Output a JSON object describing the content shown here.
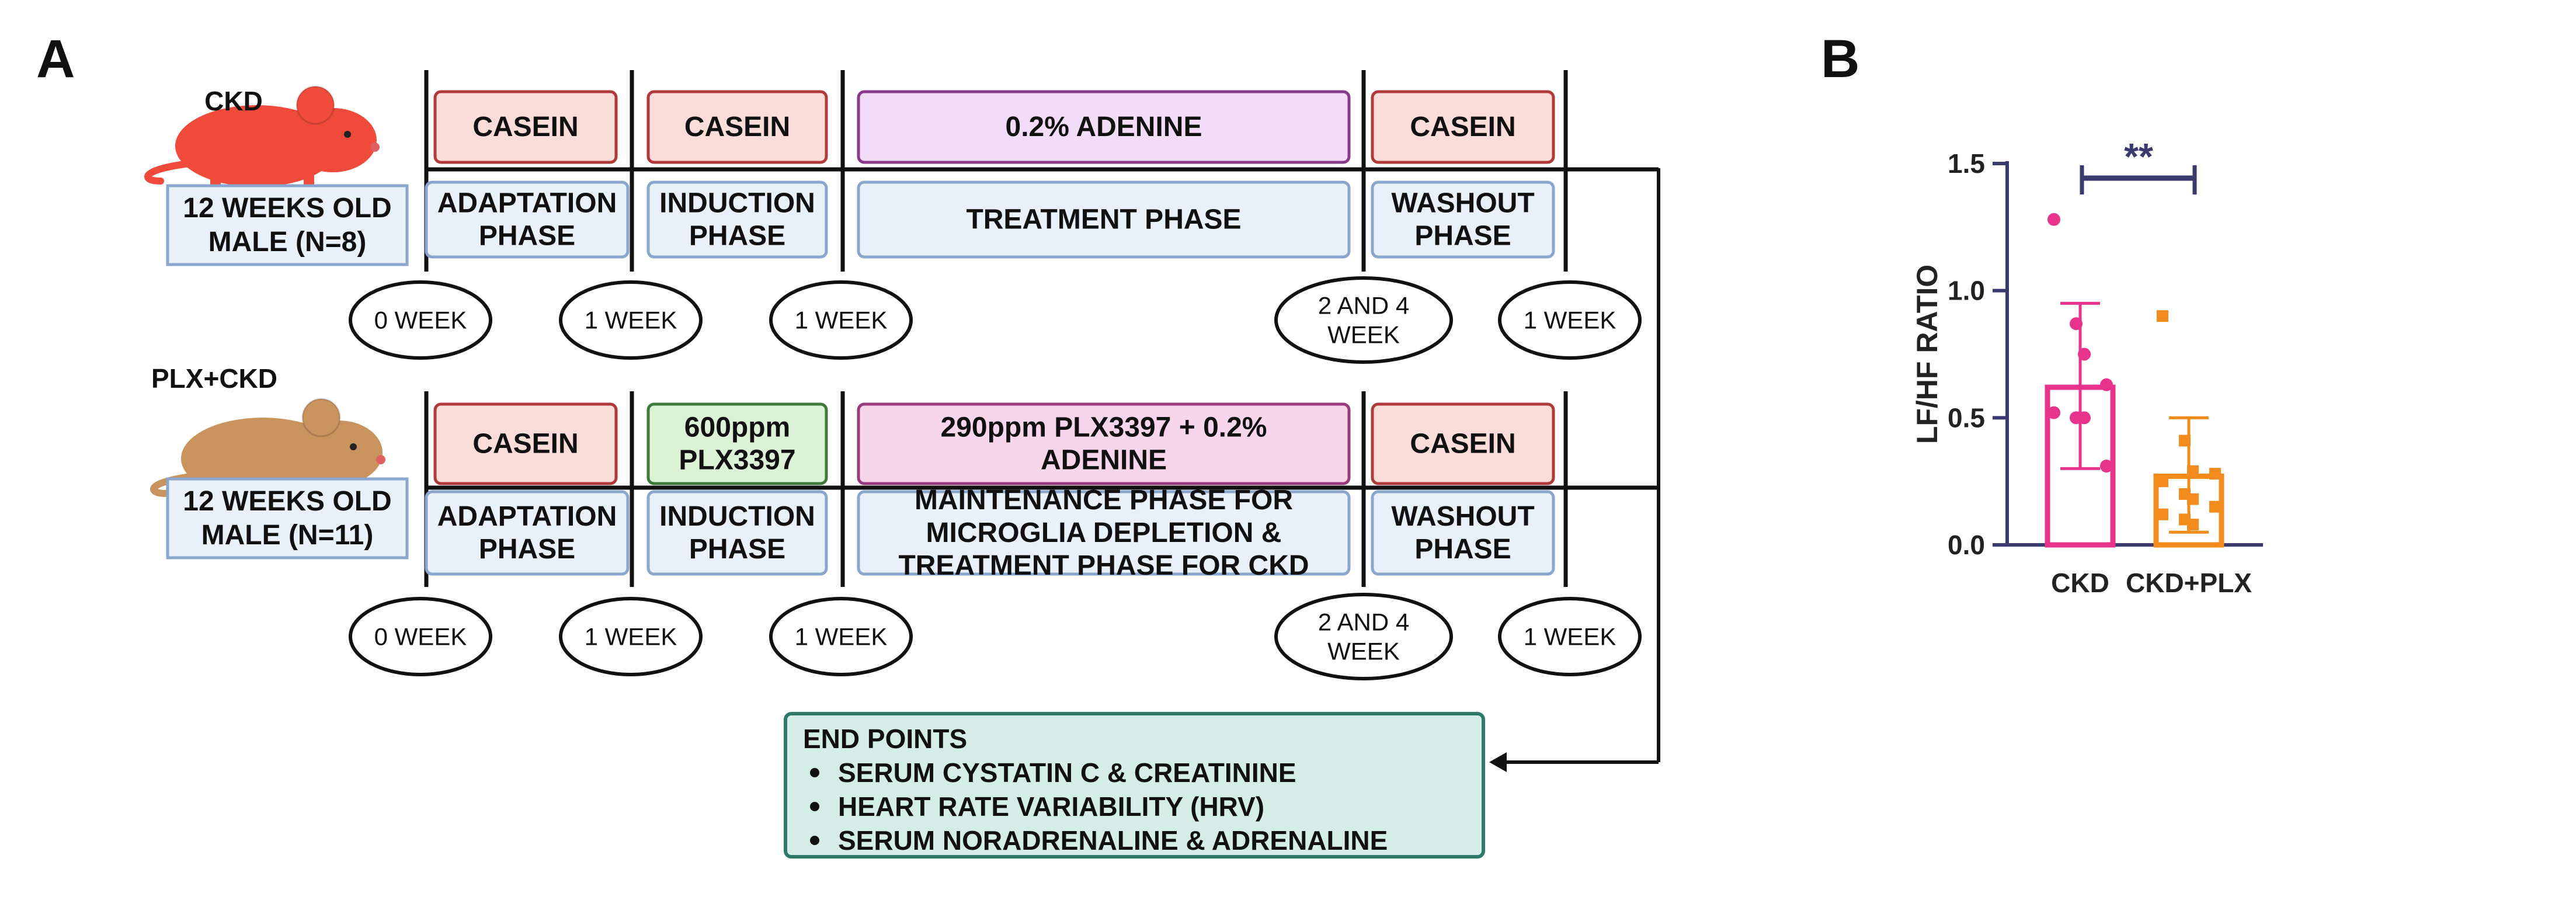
{
  "panel_a": {
    "letter": "A",
    "groups": [
      {
        "mouse_label": "CKD",
        "mouse_color": "#f04a3a",
        "age_lines": [
          "12 WEEKS OLD",
          "MALE (N=8)"
        ],
        "diets": [
          {
            "lines": [
              "CASEIN"
            ],
            "kind": "casein"
          },
          {
            "lines": [
              "CASEIN"
            ],
            "kind": "casein"
          },
          {
            "lines": [
              "0.2% ADENINE"
            ],
            "kind": "adenine"
          },
          {
            "lines": [
              "CASEIN"
            ],
            "kind": "casein"
          }
        ],
        "phases": [
          {
            "lines": [
              "ADAPTATION",
              "PHASE"
            ]
          },
          {
            "lines": [
              "INDUCTION",
              "PHASE"
            ]
          },
          {
            "lines": [
              "TREATMENT PHASE"
            ]
          },
          {
            "lines": [
              "WASHOUT",
              "PHASE"
            ]
          }
        ],
        "weeks": [
          {
            "lines": [
              "0 WEEK"
            ]
          },
          {
            "lines": [
              "1 WEEK"
            ]
          },
          {
            "lines": [
              "1 WEEK"
            ]
          },
          {
            "lines": [
              "2 AND 4",
              "WEEK"
            ]
          },
          {
            "lines": [
              "1  WEEK"
            ]
          }
        ]
      },
      {
        "mouse_label": "PLX+CKD",
        "mouse_color": "#c9935e",
        "age_lines": [
          "12 WEEKS OLD",
          "MALE (N=11)"
        ],
        "diets": [
          {
            "lines": [
              "CASEIN"
            ],
            "kind": "casein"
          },
          {
            "lines": [
              "600ppm",
              "PLX3397"
            ],
            "kind": "plx"
          },
          {
            "lines": [
              "290ppm PLX3397 + 0.2%",
              "ADENINE"
            ],
            "kind": "plxadenine"
          },
          {
            "lines": [
              "CASEIN"
            ],
            "kind": "casein"
          }
        ],
        "phases": [
          {
            "lines": [
              "ADAPTATION",
              "PHASE"
            ]
          },
          {
            "lines": [
              "INDUCTION",
              "PHASE"
            ]
          },
          {
            "lines": [
              "MAINTENANCE PHASE FOR",
              "MICROGLIA DEPLETION &",
              "TREATMENT PHASE FOR CKD"
            ]
          },
          {
            "lines": [
              "WASHOUT",
              "PHASE"
            ]
          }
        ],
        "weeks": [
          {
            "lines": [
              "0 WEEK"
            ]
          },
          {
            "lines": [
              "1 WEEK"
            ]
          },
          {
            "lines": [
              "1 WEEK"
            ]
          },
          {
            "lines": [
              "2 AND 4",
              "WEEK"
            ]
          },
          {
            "lines": [
              "1  WEEK"
            ]
          }
        ]
      }
    ],
    "endpoints": {
      "title": "END POINTS",
      "items": [
        "SERUM CYSTATIN C & CREATININE",
        "HEART RATE VARIABILITY (HRV)",
        "SERUM NORADRENALINE & ADRENALINE"
      ]
    },
    "colors": {
      "casein_fill": "#fadcd9",
      "casein_stroke": "#b03a3a",
      "adenine_fill": "#f2dcf7",
      "adenine_stroke": "#8a3a8a",
      "plx_fill": "#dcf2d6",
      "plx_stroke": "#3f7a3a",
      "plxadenine_fill": "#f7d6ec",
      "plxadenine_stroke": "#9a3a7a",
      "phase_fill": "#e8f0fa",
      "phase_stroke": "#8aa6cc",
      "endpoint_fill": "#d4ede6",
      "endpoint_stroke": "#2e7a68"
    }
  },
  "panel_b": {
    "letter": "B",
    "significance": "**",
    "chart_data": {
      "type": "bar",
      "categories": [
        "CKD",
        "CKD+PLX"
      ],
      "ylabel": "LF/HF RATIO",
      "ylim": [
        0,
        1.5
      ],
      "yticks": [
        "0.0",
        "0.5",
        "1.0",
        "1.5"
      ],
      "series": [
        {
          "category": "CKD",
          "mean": 0.62,
          "error": [
            0.3,
            0.95
          ],
          "points": [
            1.28,
            0.87,
            0.75,
            0.63,
            0.52,
            0.5,
            0.5,
            0.31
          ],
          "color": "#e8338c",
          "marker": "circle"
        },
        {
          "category": "CKD+PLX",
          "mean": 0.27,
          "error": [
            0.05,
            0.5
          ],
          "points": [
            0.9,
            0.41,
            0.29,
            0.28,
            0.25,
            0.2,
            0.18,
            0.15,
            0.12,
            0.1,
            0.08
          ],
          "color": "#f28a1c",
          "marker": "square"
        }
      ],
      "axis_color": "#3a3a6e"
    }
  }
}
